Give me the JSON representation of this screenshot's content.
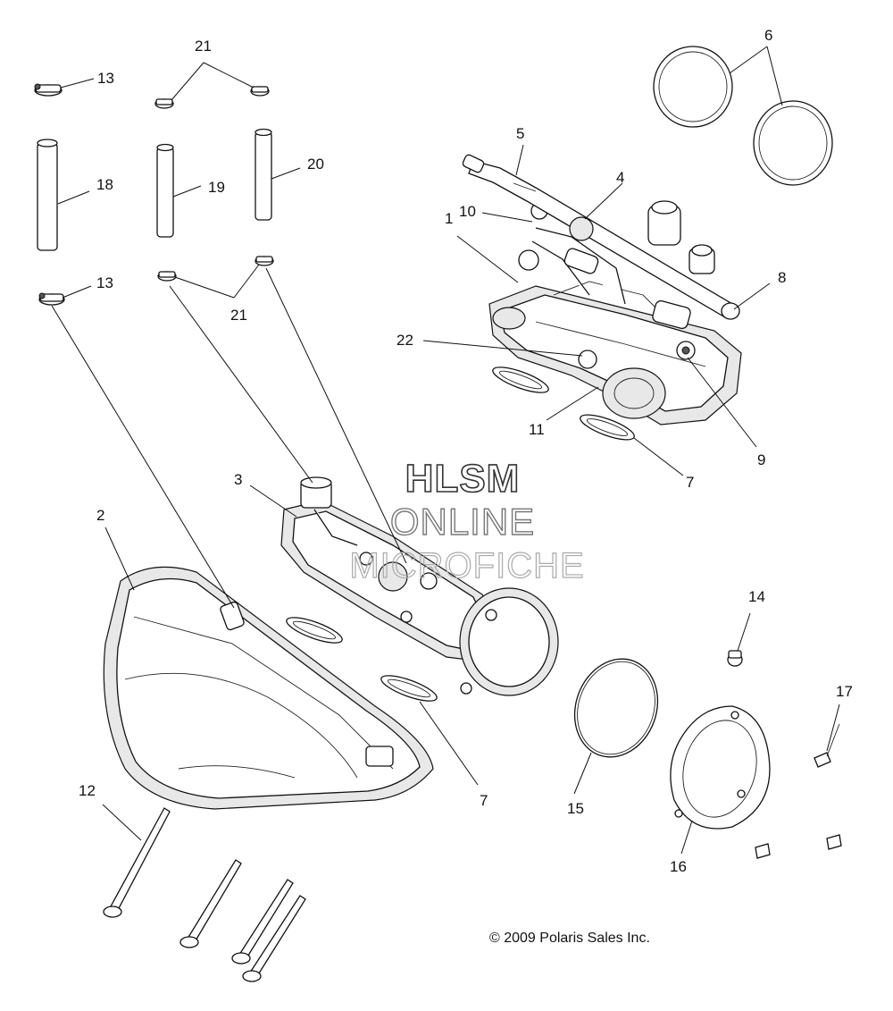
{
  "watermark": {
    "line1": "HLSM",
    "line2": "ONLINE",
    "line3": "MICROFICHE"
  },
  "copyright": "© 2009 Polaris Sales Inc.",
  "callouts": {
    "c1": "1",
    "c2": "2",
    "c3": "3",
    "c4": "4",
    "c5": "5",
    "c6": "6",
    "c7a": "7",
    "c7b": "7",
    "c8": "8",
    "c9": "9",
    "c10": "10",
    "c11": "11",
    "c12": "12",
    "c13a": "13",
    "c13b": "13",
    "c14": "14",
    "c15": "15",
    "c16": "16",
    "c17": "17",
    "c18": "18",
    "c19": "19",
    "c20": "20",
    "c21a": "21",
    "c21b": "21",
    "c22": "22"
  },
  "colors": {
    "ink": "#111111",
    "paper": "#ffffff"
  }
}
